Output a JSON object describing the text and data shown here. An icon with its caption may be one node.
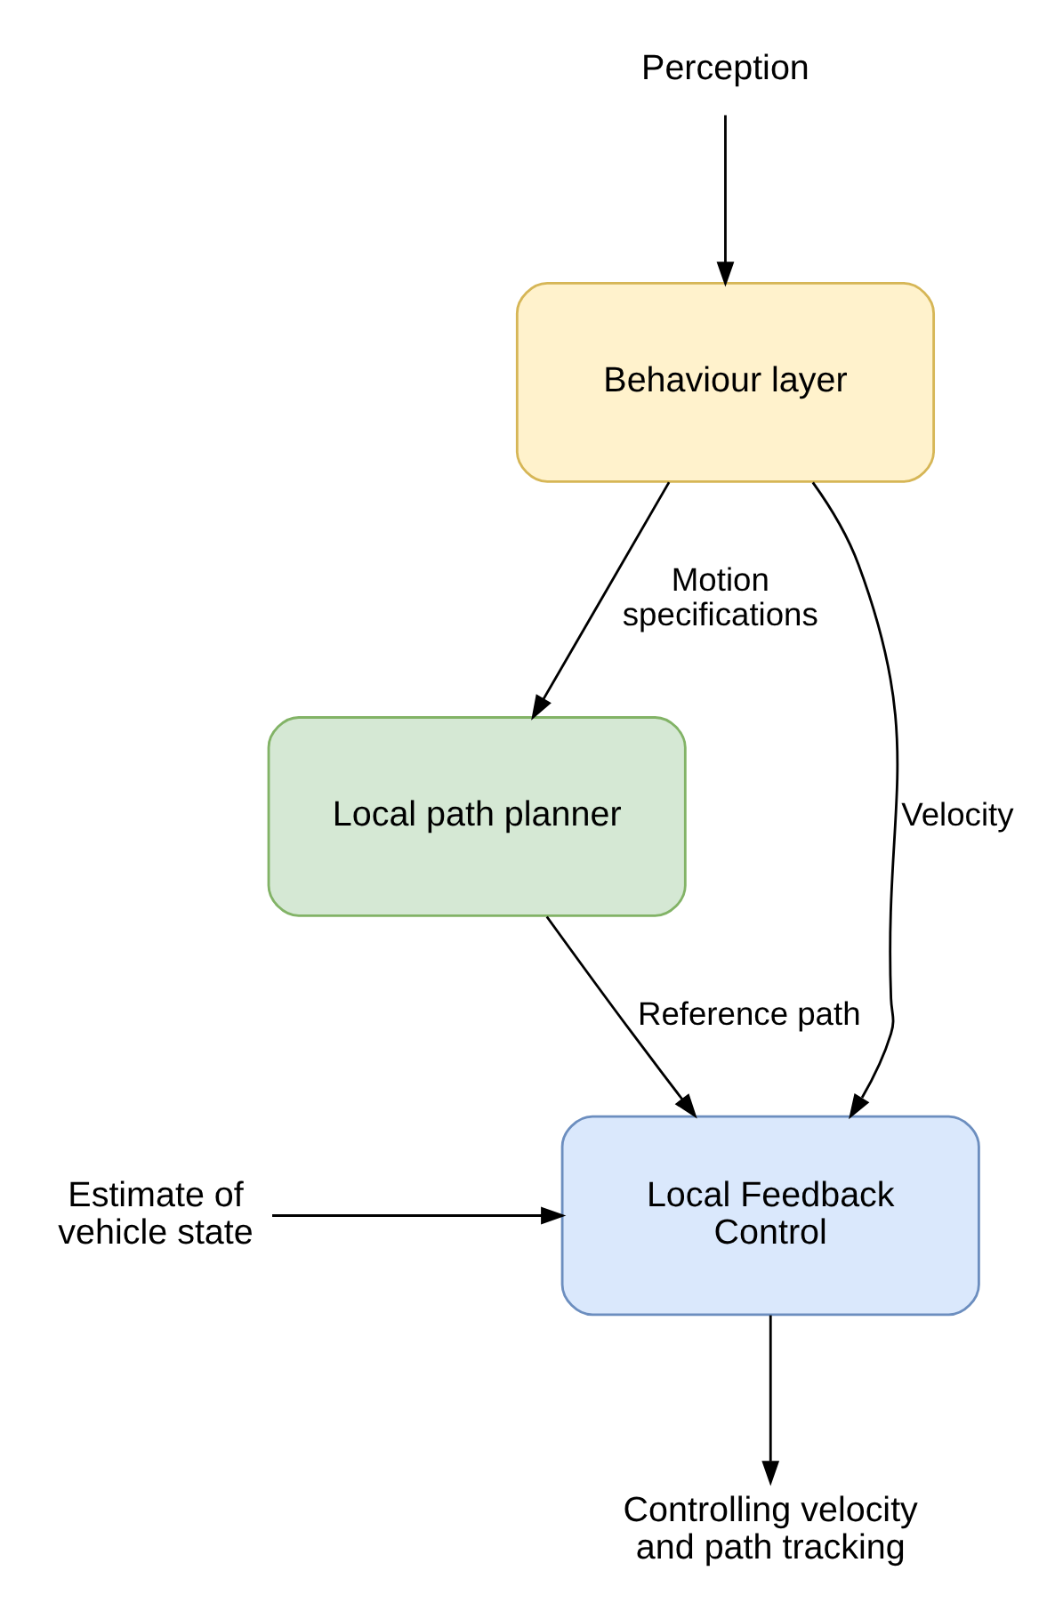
{
  "diagram": {
    "nodes": [
      {
        "text": [
          "Perception"
        ]
      },
      {
        "text": [
          "Behaviour layer"
        ]
      },
      {
        "text": [
          "Local path planner"
        ]
      },
      {
        "text": [
          "Local Feedback Control"
        ]
      },
      {
        "text": [
          "Estimate of vehicle state"
        ]
      },
      {
        "text": [
          "Controlling velocity and path tracking"
        ]
      }
    ],
    "edges": [
      {
        "from": 0,
        "to": 1,
        "arrow": "to"
      },
      {
        "from": 1,
        "to": 2,
        "arrow": "to",
        "label": "Motion specifications"
      },
      {
        "from": 1,
        "to": 3,
        "arrow": "to",
        "label": "Velocity"
      },
      {
        "from": 2,
        "to": 3,
        "arrow": "to",
        "label": "Reference path"
      },
      {
        "from": 4,
        "to": 3,
        "arrow": "to"
      },
      {
        "from": 3,
        "to": 5,
        "arrow": "to"
      }
    ]
  }
}
